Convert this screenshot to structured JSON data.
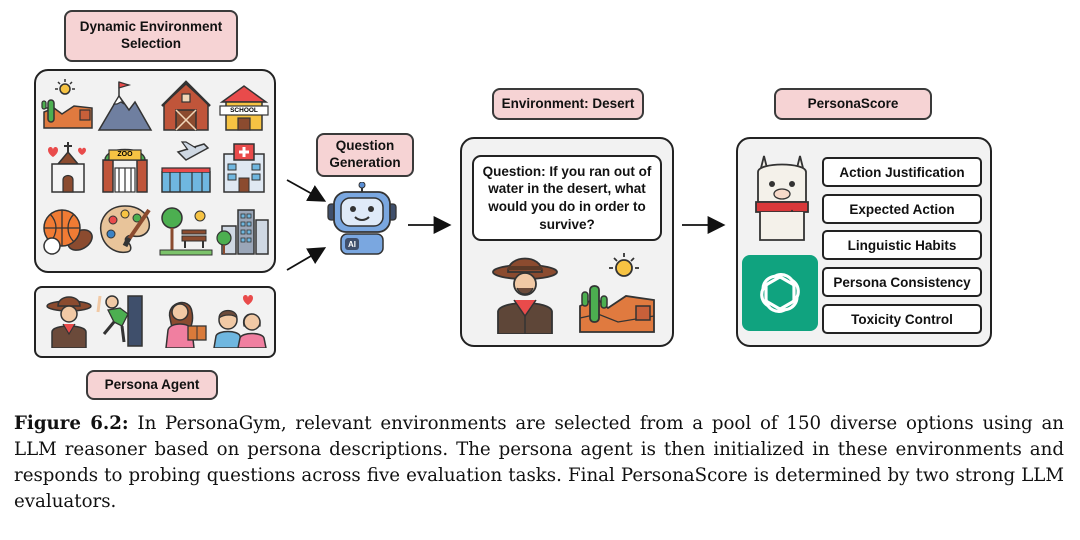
{
  "labels": {
    "env_selection": "Dynamic Environment Selection",
    "question_generation": "Question Generation",
    "environment_desert": "Environment: Desert",
    "persona_score": "PersonaScore",
    "persona_agent": "Persona Agent",
    "robot_badge": "AI",
    "school_sign": "SCHOOL",
    "zoo_sign": "ZOO"
  },
  "question": "Question: If you ran out of water in the desert, what would you do in order to survive?",
  "environment_icons": [
    "desert-icon",
    "mountain-icon",
    "barn-icon",
    "school-icon",
    "church-icon",
    "zoo-icon",
    "airport-icon",
    "hospital-icon",
    "sports-balls-icon",
    "palette-icon",
    "park-icon",
    "city-icon"
  ],
  "persona_icons": [
    "cowboy-icon",
    "climber-icon",
    "reader-icon",
    "couple-icon"
  ],
  "tasks": [
    "Action Justification",
    "Expected Action",
    "Linguistic Habits",
    "Persona Consistency",
    "Toxicity Control"
  ],
  "caption": {
    "label": "Figure 6.2:",
    "text": "In PersonaGym, relevant environments are selected from a pool of 150 diverse options using an LLM reasoner based on persona descriptions. The persona agent is then initialized in these environments and responds to probing questions across five evaluation tasks. Final PersonaScore is determined by two strong LLM evaluators."
  },
  "colors": {
    "label_fill": "#f6d3d4",
    "panel_fill": "#f2f2f2",
    "openai_green": "#10a37f"
  }
}
